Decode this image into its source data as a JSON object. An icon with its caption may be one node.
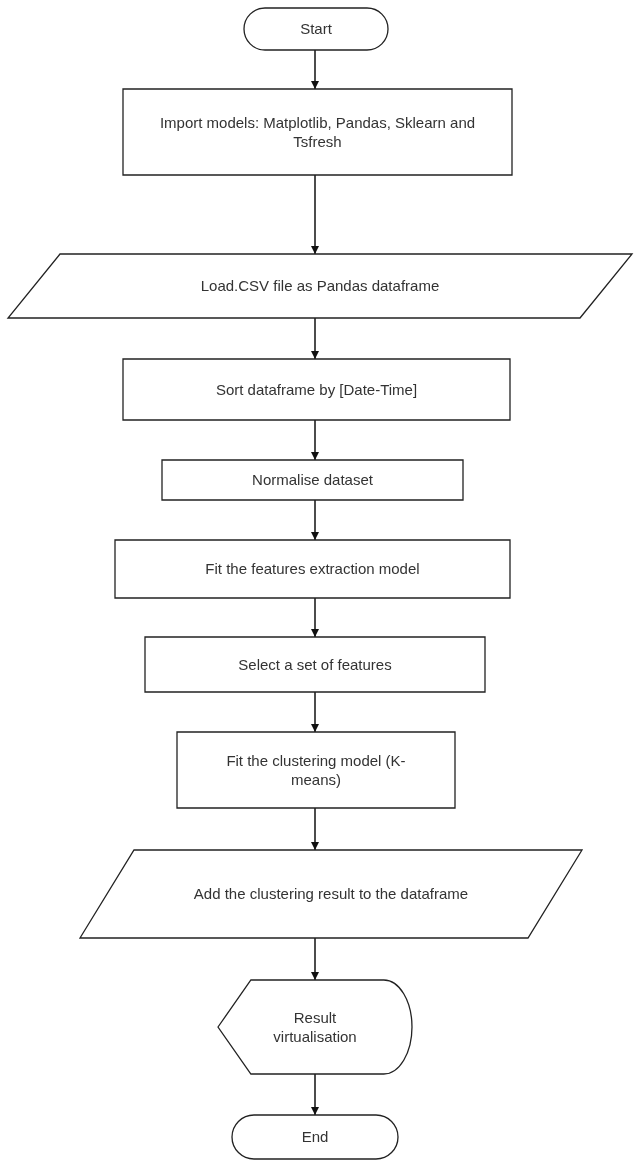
{
  "diagram": {
    "nodes": [
      {
        "text": [
          "Start"
        ]
      },
      {
        "text": [
          "Import models: Matplotlib, Pandas, Sklearn and Tsfresh"
        ]
      },
      {
        "text": [
          "Load.CSV file as Pandas dataframe"
        ]
      },
      {
        "text": [
          "Sort dataframe by [Date-Time]"
        ]
      },
      {
        "text": [
          "Normalise dataset"
        ]
      },
      {
        "text": [
          "Fit the features extraction model"
        ]
      },
      {
        "text": [
          "Select a set of features"
        ]
      },
      {
        "text": [
          "Fit the clustering model (K-means)"
        ]
      },
      {
        "text": [
          "Add the clustering result to the dataframe"
        ]
      },
      {
        "text": [
          "Result virtualisation"
        ]
      },
      {
        "text": [
          "End"
        ]
      }
    ],
    "edges": [
      {
        "from": 0,
        "to": 1,
        "arrow": "to"
      },
      {
        "from": 1,
        "to": 2,
        "arrow": "to"
      },
      {
        "from": 2,
        "to": 3,
        "arrow": "to"
      },
      {
        "from": 3,
        "to": 4,
        "arrow": "to"
      },
      {
        "from": 4,
        "to": 5,
        "arrow": "to"
      },
      {
        "from": 5,
        "to": 6,
        "arrow": "to"
      },
      {
        "from": 6,
        "to": 7,
        "arrow": "to"
      },
      {
        "from": 7,
        "to": 8,
        "arrow": "to"
      },
      {
        "from": 8,
        "to": 9,
        "arrow": "to"
      },
      {
        "from": 9,
        "to": 10,
        "arrow": "to"
      }
    ]
  }
}
